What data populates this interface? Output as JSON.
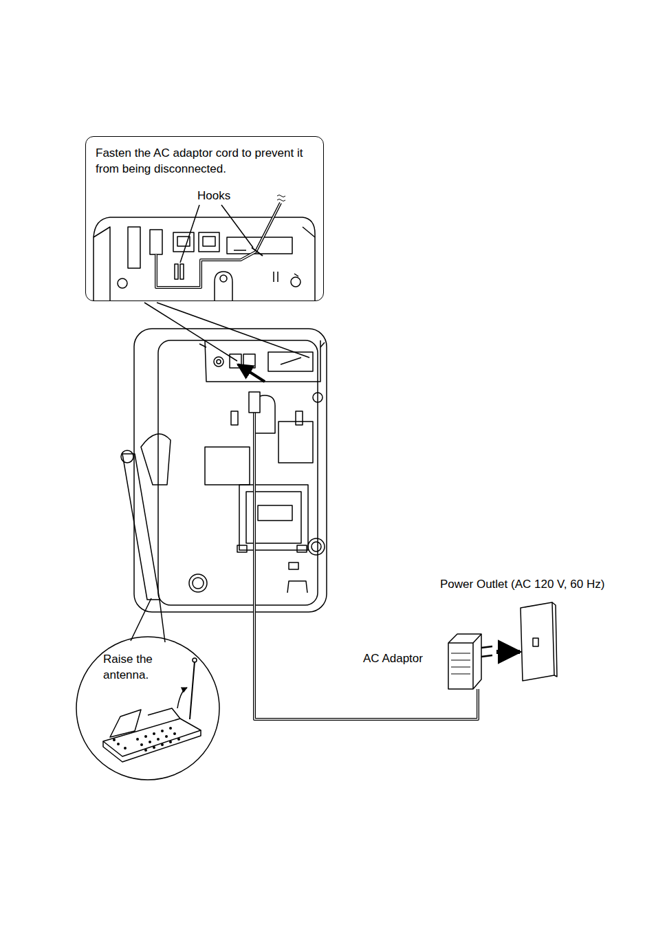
{
  "diagram": {
    "nodes": [
      {
        "text": [
          "Fasten the AC adaptor cord to prevent it from being disconnected.",
          "Hooks"
        ]
      },
      {
        "text": [
          "Raise the antenna."
        ]
      }
    ],
    "labels": [
      "AC Adaptor",
      "Power Outlet (AC 120 V, 60 Hz)"
    ]
  }
}
